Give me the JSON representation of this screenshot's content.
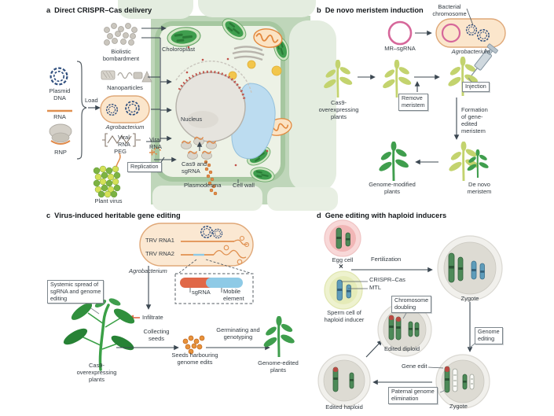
{
  "figure_type": "scientific-diagram",
  "panels": {
    "a": {
      "letter": "a",
      "title": "Direct CRISPR–Cas delivery",
      "labels": {
        "plasmid_dna": "Plasmid\nDNA",
        "rna": "RNA",
        "rnp": "RNP",
        "load": "Load",
        "biolistic": "Biolistic\nbombardment",
        "nanoparticles": "Nanoparticles",
        "agrobacterium": "Agrobacterium",
        "peg": "PEG",
        "viral_rna_outer": "Viral\nRNA",
        "plant_virus": "Plant virus",
        "replication": "Replication",
        "chloroplast": "Choloroplast",
        "nucleus": "Nucleus",
        "viral_rna_inner": "Viral\nRNA",
        "cas9_sgrna": "Cas9 and\nsgRNA",
        "plasmodesma": "Plasmodesma",
        "cell_wall": "Cell wall"
      }
    },
    "b": {
      "letter": "b",
      "title": "De novo meristem induction",
      "labels": {
        "bacterial_chromosome": "Bacterial\nchromosome",
        "mr_sgrna": "MR–sgRNA",
        "agrobacterium": "Agrobacterium",
        "injection": "Injection",
        "remove_meristem": "Remove\nmeristem",
        "cas9_plants": "Cas9-\noverexpressing\nplants",
        "formation": "Formation\nof gene-\nedited\nmeristem",
        "de_novo_meristem": "De novo\nmeristem",
        "genome_modified": "Genome-modified\nplants"
      }
    },
    "c": {
      "letter": "c",
      "title": "Virus-induced heritable gene editing",
      "labels": {
        "trv_rna1": "TRV RNA1",
        "trv_rna2": "TRV RNA2",
        "agrobacterium": "Agrobacterium",
        "sgrna": "sgRNA",
        "mobile_element": "Mobile\nelement",
        "systemic": "Systemic spread of\nsgRNA and genome\nediting",
        "infiltrate": "Infiltrate",
        "cas9_plants": "Cas9-\noverexpressing\nplants",
        "collecting_seeds": "Collecting\nseeds",
        "seeds_harbouring": "Seeds harbouring\ngenome edits",
        "germinating": "Germinating and\ngenotyping",
        "genome_edited": "Genome-edited\nplants"
      }
    },
    "d": {
      "letter": "d",
      "title": "Gene editing with haploid inducers",
      "labels": {
        "egg_cell": "Egg cell",
        "cross": "×",
        "fertilization": "Fertilization",
        "crispr_cas": "CRISPR–Cas",
        "mtl": "MTL",
        "sperm_cell": "Sperm cell of\nhaploid inducer",
        "zygote_top": "Zygote",
        "chromosome_doubling": "Chromosome\ndoubling",
        "genome_editing": "Genome\nediting",
        "edited_diploid": "Edited diploid",
        "gene_edit": "Gene edit",
        "paternal": "Paternal genome\nelimination",
        "zygote_bottom": "Zygote",
        "edited_haploid": "Edited haploid"
      }
    }
  },
  "colors": {
    "cell_wall_green": "#a6c7a0",
    "cell_interior": "#edf2e6",
    "leaf_green": "#3f9e4d",
    "light_plant_green": "#c3d36e",
    "chloroplast_green": "#3f9e4e",
    "mitochondria_orange": "#e2873c",
    "vacuole_blue": "#bcdcf0",
    "accent_orange": "#e08a4a",
    "dna_blue": "#31507f",
    "pink_plasmid": "#d6679a",
    "virus_red": "#e06848",
    "mobile_element_blue": "#8ecae6",
    "chromosome_green": "#4d8a58",
    "chromosome_blue": "#5e9cba",
    "egg_pink": "#f1b6b6",
    "sperm_yellow": "#e5ebb8",
    "gene_edit_red": "#b94a44",
    "arrow_gray": "#3c4852"
  }
}
